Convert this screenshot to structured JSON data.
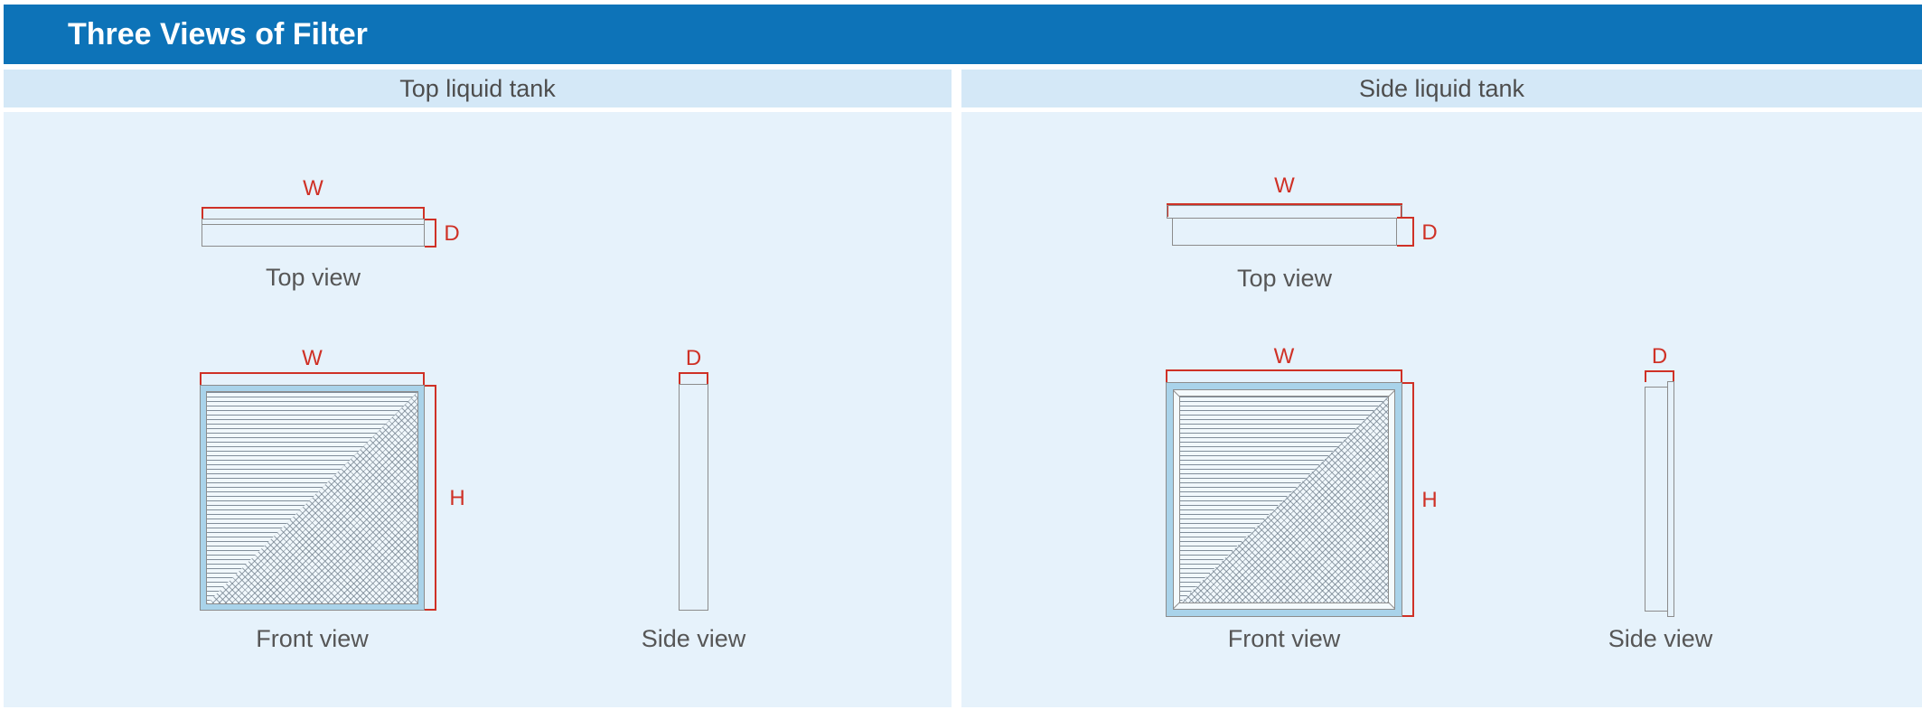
{
  "title": "Three Views of Filter",
  "colors": {
    "header_blue": "#0d73b8",
    "subheader_blue": "#d4e8f7",
    "panel_blue": "#e6f2fb",
    "frame_blue": "#a9d3ea",
    "dimension_red": "#cf3126",
    "outline_gray": "#8c8c8c",
    "text_gray": "#565656"
  },
  "panels": {
    "left": {
      "header": "Top liquid tank",
      "top_view": {
        "caption": "Top view",
        "w": "W",
        "d": "D"
      },
      "front_view": {
        "caption": "Front view",
        "w": "W",
        "h": "H"
      },
      "side_view": {
        "caption": "Side view",
        "d": "D"
      }
    },
    "right": {
      "header": "Side liquid tank",
      "top_view": {
        "caption": "Top view",
        "w": "W",
        "d": "D"
      },
      "front_view": {
        "caption": "Front view",
        "w": "W",
        "h": "H"
      },
      "side_view": {
        "caption": "Side view",
        "d": "D"
      }
    }
  }
}
